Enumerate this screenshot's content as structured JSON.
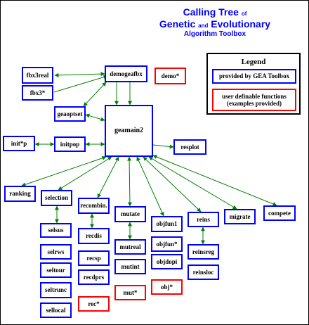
{
  "title": {
    "calling_tree": "Calling Tree",
    "of": "of",
    "genetic": "Genetic",
    "and": "and",
    "evolutionary": "Evolutionary",
    "algorithm_toolbox": "Algorithm Toolbox"
  },
  "legend": {
    "heading": "Legend",
    "toolbox_label": "provided by GEA Toolbox",
    "user_label_line1": "user definable functions",
    "user_label_line2": "(examples provided)"
  },
  "nodes": {
    "geamain2": "geamain2",
    "demogeafbx": "demogeafbx",
    "demo": "demo*",
    "fbx3real": "fbx3real",
    "fbx3": "fbx3*",
    "geaoptset": "geaoptset",
    "initp": "init*p",
    "initpop": "initpop",
    "resplot": "resplot",
    "ranking": "ranking",
    "selection": "selection",
    "selsus": "selsus",
    "selrws": "selrws",
    "seltour": "seltour",
    "seltrunc": "seltrunc",
    "sellocal": "sellocal",
    "recombin": "recombin.",
    "recdis": "recdis",
    "recsp": "recsp",
    "recdprs": "recdprs",
    "rec": "rec*",
    "mutate": "mutate",
    "mutreal": "mutreal",
    "mutint": "mutint",
    "mut": "mut*",
    "objfun1": "objfun1",
    "objfun": "objfun*",
    "objdopi": "objdopi",
    "obj": "obj*",
    "reins": "reins",
    "reinsreg": "reinsreg",
    "reinsloc": "reinsloc",
    "migrate": "migrate",
    "compete": "compete"
  },
  "colors": {
    "toolbox_border": "#0000ff",
    "user_border": "#ff0000",
    "arrow": "#008000",
    "title": "#0000ff"
  }
}
